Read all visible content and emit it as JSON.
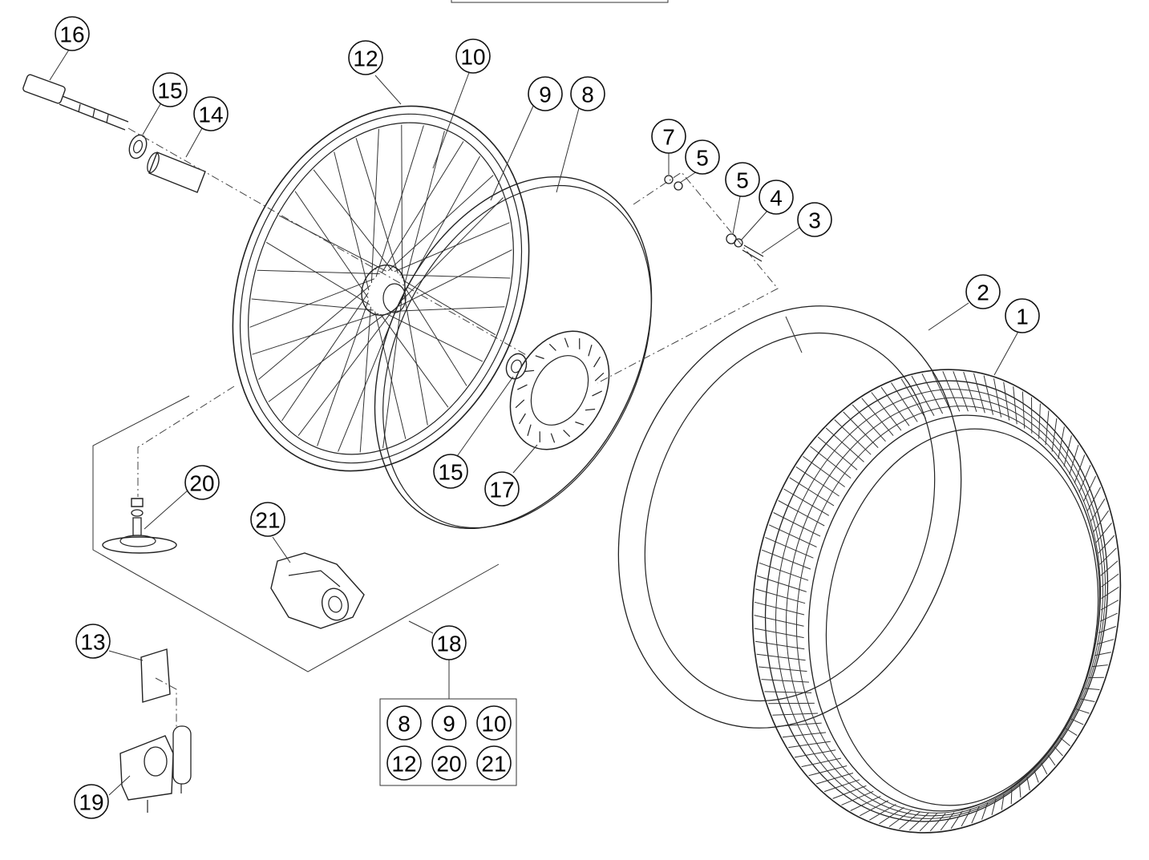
{
  "diagram": {
    "callouts": {
      "c1": "1",
      "c2": "2",
      "c3": "3",
      "c4": "4",
      "c5a": "5",
      "c5b": "5",
      "c7": "7",
      "c8": "8",
      "c9": "9",
      "c10": "10",
      "c12": "12",
      "c13": "13",
      "c14": "14",
      "c15a": "15",
      "c15b": "15",
      "c16": "16",
      "c17": "17",
      "c18": "18",
      "c19": "19",
      "c20": "20",
      "c21": "21"
    },
    "kit_18_contents": [
      "8",
      "9",
      "10",
      "12",
      "20",
      "21"
    ]
  }
}
